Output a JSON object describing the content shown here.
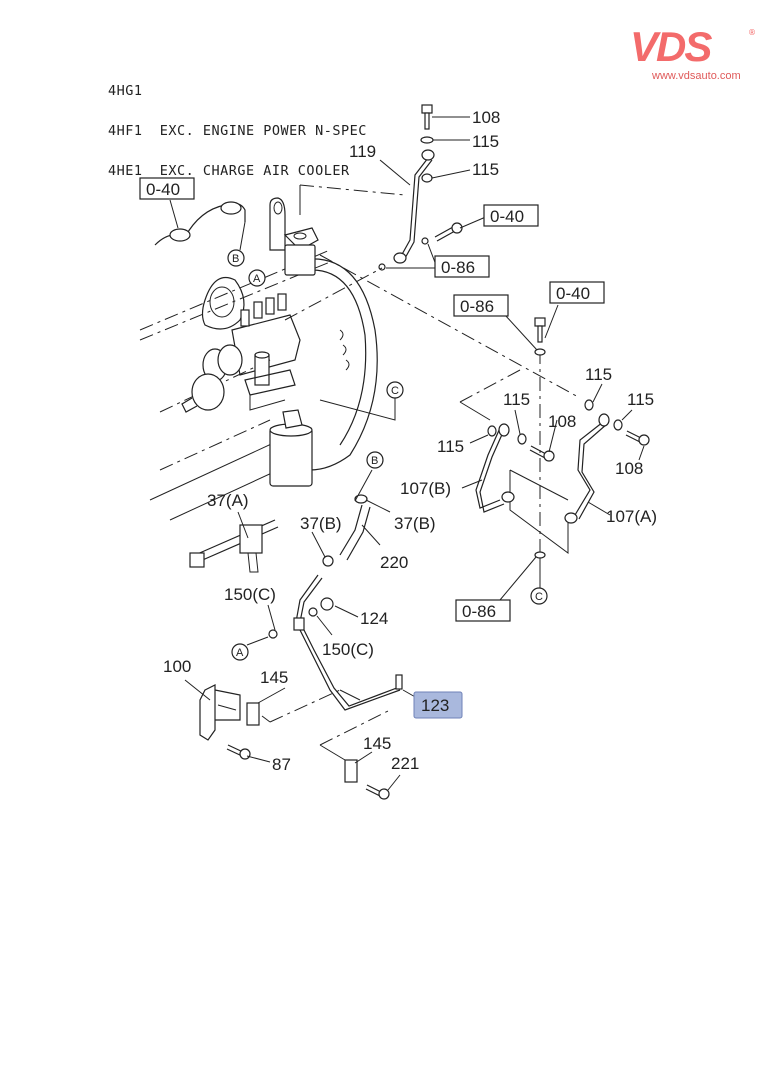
{
  "header": {
    "model_notes": [
      "4HG1",
      "4HF1  EXC. ENGINE POWER N-SPEC",
      "4HE1  EXC. CHARGE AIR COOLER"
    ]
  },
  "logo": {
    "brand": "VDS",
    "registered": "®",
    "url": "www.vdsauto.com",
    "color": "#f36b6b"
  },
  "callouts": {
    "p108_top": "108",
    "p115_a": "115",
    "p115_b": "115",
    "p119": "119",
    "ref_040_left": "0-40",
    "ref_040_mid": "0-40",
    "ref_086_top": "0-86",
    "ref_086_mid": "0-86",
    "ref_040_right": "0-40",
    "p115_c": "115",
    "p115_d": "115",
    "p115_e": "115",
    "p115_f": "115",
    "p108_mid": "108",
    "p108_right": "108",
    "p107b": "107(B)",
    "p107a": "107(A)",
    "ref_086_bottom": "0-86",
    "p37a": "37(A)",
    "p37b_left": "37(B)",
    "p37b_right": "37(B)",
    "p220": "220",
    "p150c_left": "150(C)",
    "p124": "124",
    "p150c_right": "150(C)",
    "p100": "100",
    "p145_left": "145",
    "p123": "123",
    "p87": "87",
    "p145_right": "145",
    "p221": "221"
  },
  "circle_refs": {
    "a1": "A",
    "a2": "A",
    "b1": "B",
    "b2": "B",
    "c1": "C",
    "c2": "C"
  },
  "highlight": {
    "part": "123",
    "color": "#a9b8dd",
    "border": "#6f82b8"
  }
}
